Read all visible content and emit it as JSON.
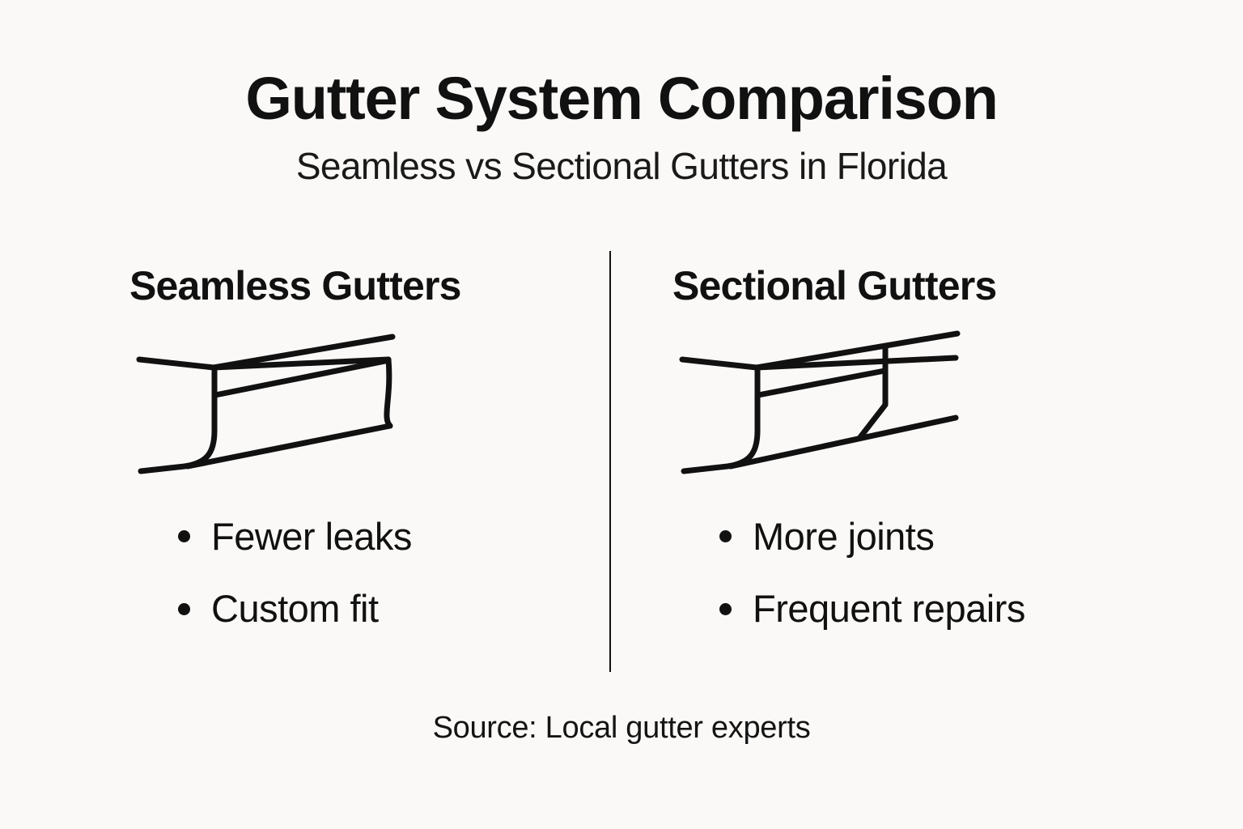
{
  "header": {
    "title": "Gutter System Comparison",
    "subtitle": "Seamless vs Sectional Gutters in Florida"
  },
  "columns": [
    {
      "heading": "Seamless Gutters",
      "illustration": {
        "name": "seamless-gutter-illustration",
        "description": "K-style gutter profile in perspective with a closed end cap and no seams"
      },
      "bullets": [
        "Fewer leaks",
        "Custom fit"
      ]
    },
    {
      "heading": "Sectional Gutters",
      "illustration": {
        "name": "sectional-gutter-illustration",
        "description": "K-style gutter profile in perspective with a visible seam joint and open continuing ends"
      },
      "bullets": [
        "More joints",
        "Frequent repairs"
      ]
    }
  ],
  "source": "Source: Local gutter experts",
  "colors": {
    "background": "#faf9f7",
    "ink": "#111111",
    "divider": "#111111"
  }
}
